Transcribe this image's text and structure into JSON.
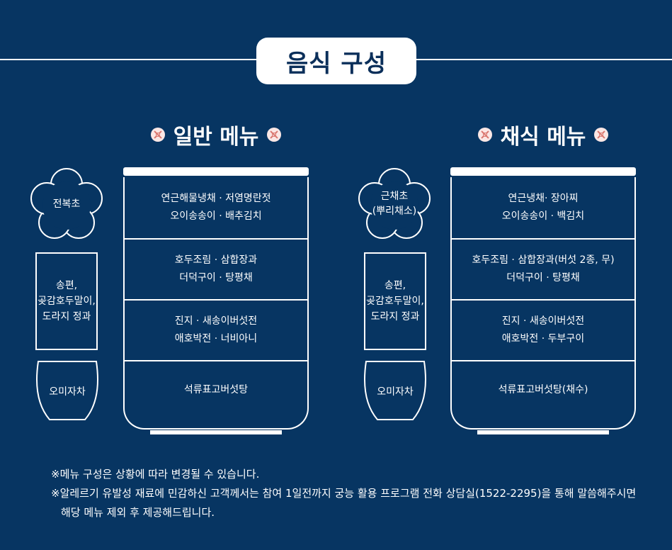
{
  "title": "음식 구성",
  "sections": [
    {
      "heading": "일반 메뉴",
      "flower_label": [
        "전복초"
      ],
      "box_label": [
        "송편,",
        "곶감호두말이,",
        "도라지 정과"
      ],
      "cup_label": "오미자차",
      "tiers": [
        [
          "연근해물냉채 · 저염명란젓",
          "오이송송이 · 배추김치"
        ],
        [
          "호두조림 · 삼합장과",
          "더덕구이 · 탕평채"
        ],
        [
          "진지 · 새송이버섯전",
          "애호박전 · 너비아니"
        ],
        [
          "석류표고버섯탕"
        ]
      ]
    },
    {
      "heading": "채식 메뉴",
      "flower_label": [
        "근채초",
        "(뿌리채소)"
      ],
      "box_label": [
        "송편,",
        "곶감호두말이,",
        "도라지 정과"
      ],
      "cup_label": "오미자차",
      "tiers": [
        [
          "연근냉채· 장아찌",
          "오이송송이 · 백김치"
        ],
        [
          "호두조림 · 삼합장과(버섯 2종, 무)",
          "더덕구이 · 탕평채"
        ],
        [
          "진지 · 새송이버섯전",
          "애호박전 · 두부구이"
        ],
        [
          "석류표고버섯탕(채수)"
        ]
      ]
    }
  ],
  "notes": [
    "※메뉴 구성은 상황에 따라 변경될 수 있습니다.",
    "※알레르기 유발성 재료에 민감하신 고객께서는 참여 1일전까지 궁능 활용 프로그램 전화 상담실(1522-2295)을 통해 말씀해주시면",
    "해당 메뉴 제외 후 제공해드립니다."
  ],
  "colors": {
    "background": "#073562",
    "ink": "#ffffff",
    "accent": "#d9756d"
  },
  "icons": {
    "ornament": "flower-ornament-icon"
  }
}
